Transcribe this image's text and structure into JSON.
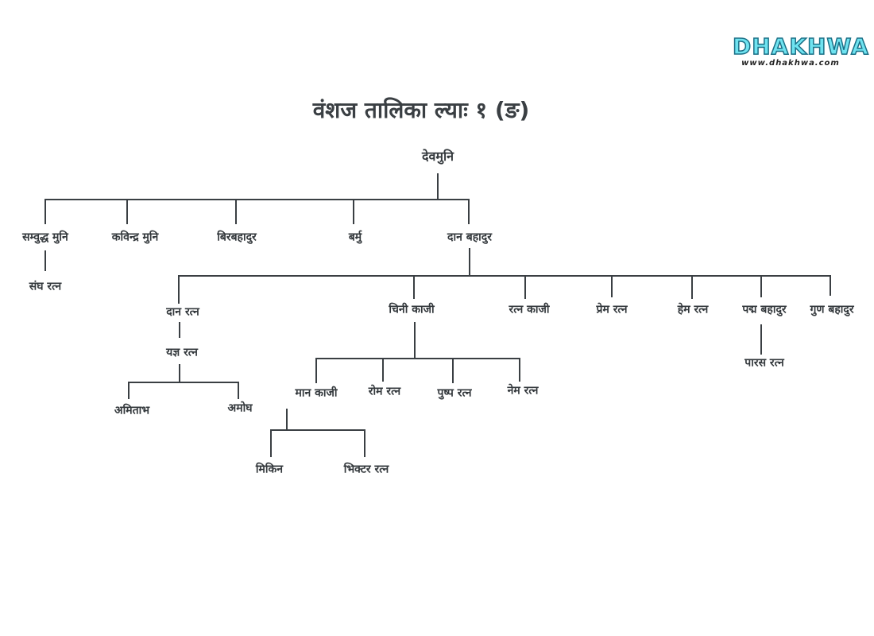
{
  "logo": {
    "word": "DHAKHWA",
    "url": "www.dhakhwa.com"
  },
  "title": "वंशज तालिका ल्याः १ (ङ)",
  "tree": {
    "root": "देवमुनि",
    "gen1": [
      "सम्वुद्ध मुनि",
      "कविन्द्र मुनि",
      "बिरबहादुर",
      "बर्मु",
      "दान बहादुर"
    ],
    "sambuddha_child": "संघ रत्न",
    "dan_bahadur_children": [
      "दान रत्न",
      "चिनी काजी",
      "रत्न काजी",
      "प्रेम रत्न",
      "हेम रत्न",
      "पद्म बहादुर",
      "गुण बहादुर"
    ],
    "dan_ratna_child": "यज्ञ रत्न",
    "yagya_ratna_children": [
      "अमिताभ",
      "अमोघ"
    ],
    "chini_kaji_children": [
      "मान काजी",
      "रोम रत्न",
      "पुष्प रत्न",
      "नेम रत्न"
    ],
    "man_kaji_children": [
      "मिकिन",
      "भिक्टर रत्न"
    ],
    "padma_bahadur_child": "पारस रत्न"
  }
}
